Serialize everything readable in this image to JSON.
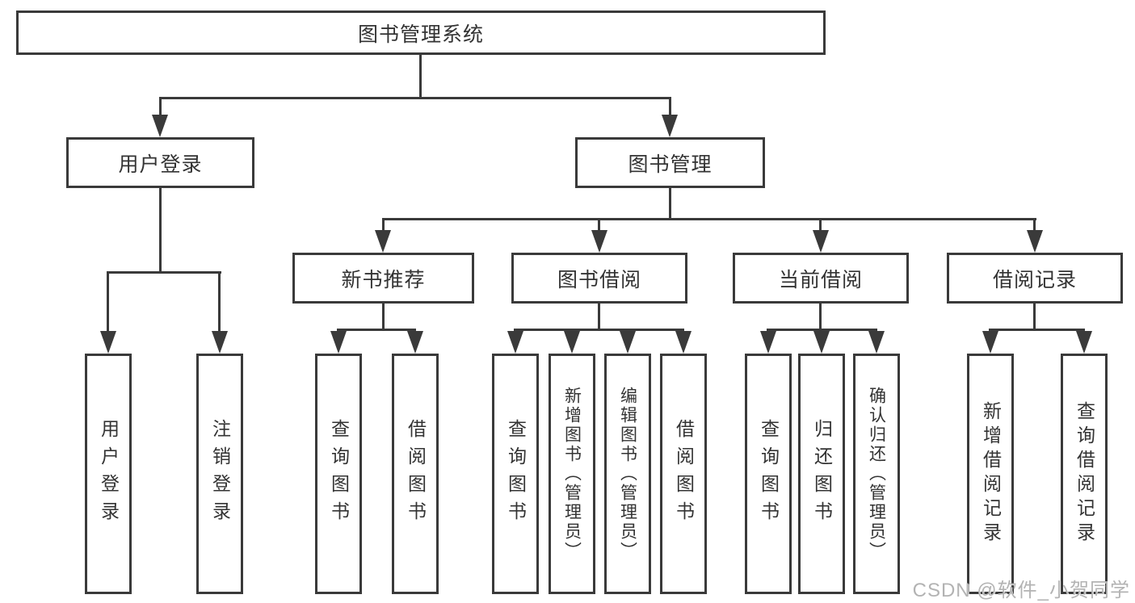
{
  "tree": {
    "label": "图书管理系统",
    "children": [
      {
        "label": "用户登录",
        "children": [
          {
            "label": "用户登录"
          },
          {
            "label": "注销登录"
          }
        ]
      },
      {
        "label": "图书管理",
        "children": [
          {
            "label": "新书推荐",
            "children": [
              {
                "label": "查询图书"
              },
              {
                "label": "借阅图书"
              }
            ]
          },
          {
            "label": "图书借阅",
            "children": [
              {
                "label": "查询图书"
              },
              {
                "label": "新增图书（管理员）"
              },
              {
                "label": "编辑图书（管理员）"
              },
              {
                "label": "借阅图书"
              }
            ]
          },
          {
            "label": "当前借阅",
            "children": [
              {
                "label": "查询图书"
              },
              {
                "label": "归还图书"
              },
              {
                "label": "确认归还（管理员）"
              }
            ]
          },
          {
            "label": "借阅记录",
            "children": [
              {
                "label": "新增借阅记录"
              },
              {
                "label": "查询借阅记录"
              }
            ]
          }
        ]
      }
    ]
  },
  "watermark": "CSDN @软件_小贺同学",
  "colors": {
    "line": "#3a3a3a",
    "text": "#333333",
    "watermark": "#b3b3b3"
  }
}
